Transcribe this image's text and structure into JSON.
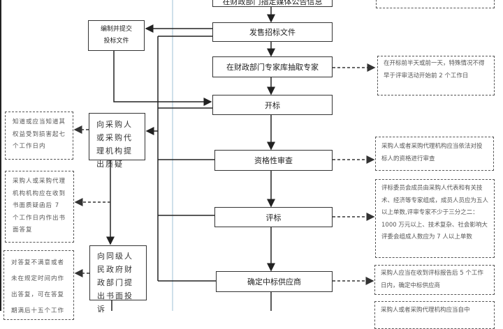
{
  "main_steps": [
    {
      "label": "在财政部门指定媒体公告信息"
    },
    {
      "label": "发售招标文件"
    },
    {
      "label": "在财政部门专家库抽取专家"
    },
    {
      "label": "开标"
    },
    {
      "label": "资格性审查"
    },
    {
      "label": "评标"
    },
    {
      "label": "确定中标供应商"
    }
  ],
  "bidder_steps": {
    "prepare_bid": "编制并提交投标文件",
    "query": "向采购人或采购代理机构提出质疑",
    "complaint": "向同级人民政府财政部门提出书面投诉"
  },
  "right_notes": {
    "expert": "在开标前半天或前一天，特殊情况不得早于评审活动开始前 2 个工作日",
    "qualification": "采购人或者采购代理机构应当依法对投标人的资格进行审查",
    "evaluation": "评标委员会成员由采购人代表和有关技术、经济等专家组成，成员人员应为五人以上单数,评审专家不少于三分之二：1000 万元以上、技术复杂、社会影响大评委会组成人数应为 7 人以上单数",
    "award": "采购人应当在收到评标报告后 5 个工作日内，确定中标供应商",
    "next": "采购人或者采购代理机构应当自中"
  },
  "left_notes": {
    "query_deadline": "知道或应当知道其权益受到损害起七个工作日内",
    "reply_deadline": "采购人或采购代理机构机构应在收到书面质疑函后 7 个工作日内作出书面答复",
    "complaint_deadline": "对答复不满意或者未在规定时间内作出答复，可在答复期满后十五个工作"
  },
  "colors": {
    "line": "#222222",
    "separator": "#cfe0ea",
    "note_border": "#555555"
  }
}
